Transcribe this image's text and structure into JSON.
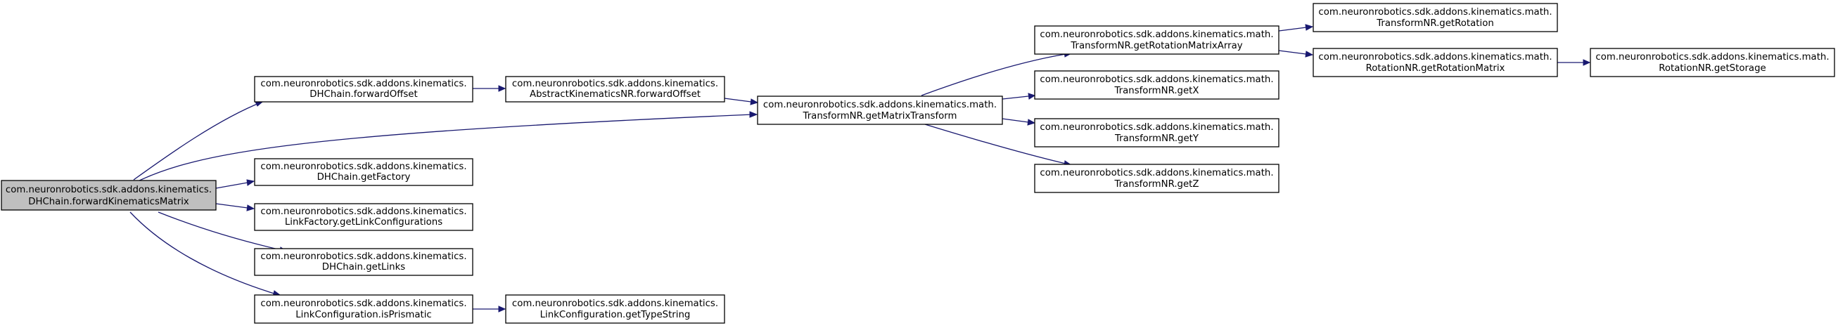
{
  "colors": {
    "edge": "#191970",
    "node_fill": "#ffffff",
    "root_fill": "#bfbfbf",
    "border": "#000000"
  },
  "nodes": {
    "root": {
      "line1": "com.neuronrobotics.sdk.addons.kinematics.",
      "line2": "DHChain.forwardKinematicsMatrix"
    },
    "dh_forward_offset": {
      "line1": "com.neuronrobotics.sdk.addons.kinematics.",
      "line2": "DHChain.forwardOffset"
    },
    "abstract_forward_offset": {
      "line1": "com.neuronrobotics.sdk.addons.kinematics.",
      "line2": "AbstractKinematicsNR.forwardOffset"
    },
    "get_matrix_transform": {
      "line1": "com.neuronrobotics.sdk.addons.kinematics.math.",
      "line2": "TransformNR.getMatrixTransform"
    },
    "get_rotation_matrix_array": {
      "line1": "com.neuronrobotics.sdk.addons.kinematics.math.",
      "line2": "TransformNR.getRotationMatrixArray"
    },
    "get_rotation": {
      "line1": "com.neuronrobotics.sdk.addons.kinematics.math.",
      "line2": "TransformNR.getRotation"
    },
    "get_rotation_matrix": {
      "line1": "com.neuronrobotics.sdk.addons.kinematics.math.",
      "line2": "RotationNR.getRotationMatrix"
    },
    "get_storage": {
      "line1": "com.neuronrobotics.sdk.addons.kinematics.math.",
      "line2": "RotationNR.getStorage"
    },
    "get_x": {
      "line1": "com.neuronrobotics.sdk.addons.kinematics.math.",
      "line2": "TransformNR.getX"
    },
    "get_y": {
      "line1": "com.neuronrobotics.sdk.addons.kinematics.math.",
      "line2": "TransformNR.getY"
    },
    "get_z": {
      "line1": "com.neuronrobotics.sdk.addons.kinematics.math.",
      "line2": "TransformNR.getZ"
    },
    "get_factory": {
      "line1": "com.neuronrobotics.sdk.addons.kinematics.",
      "line2": "DHChain.getFactory"
    },
    "get_link_configurations": {
      "line1": "com.neuronrobotics.sdk.addons.kinematics.",
      "line2": "LinkFactory.getLinkConfigurations"
    },
    "get_links": {
      "line1": "com.neuronrobotics.sdk.addons.kinematics.",
      "line2": "DHChain.getLinks"
    },
    "is_prismatic": {
      "line1": "com.neuronrobotics.sdk.addons.kinematics.",
      "line2": "LinkConfiguration.isPrismatic"
    },
    "get_type_string": {
      "line1": "com.neuronrobotics.sdk.addons.kinematics.",
      "line2": "LinkConfiguration.getTypeString"
    }
  },
  "edges": [
    {
      "from": "root",
      "to": "dh_forward_offset"
    },
    {
      "from": "root",
      "to": "get_matrix_transform"
    },
    {
      "from": "root",
      "to": "get_factory"
    },
    {
      "from": "root",
      "to": "get_link_configurations"
    },
    {
      "from": "root",
      "to": "get_links"
    },
    {
      "from": "root",
      "to": "is_prismatic"
    },
    {
      "from": "dh_forward_offset",
      "to": "abstract_forward_offset"
    },
    {
      "from": "abstract_forward_offset",
      "to": "get_matrix_transform"
    },
    {
      "from": "get_matrix_transform",
      "to": "get_rotation_matrix_array"
    },
    {
      "from": "get_matrix_transform",
      "to": "get_x"
    },
    {
      "from": "get_matrix_transform",
      "to": "get_y"
    },
    {
      "from": "get_matrix_transform",
      "to": "get_z"
    },
    {
      "from": "get_rotation_matrix_array",
      "to": "get_rotation"
    },
    {
      "from": "get_rotation_matrix_array",
      "to": "get_rotation_matrix"
    },
    {
      "from": "get_rotation_matrix",
      "to": "get_storage"
    },
    {
      "from": "is_prismatic",
      "to": "get_type_string"
    }
  ]
}
